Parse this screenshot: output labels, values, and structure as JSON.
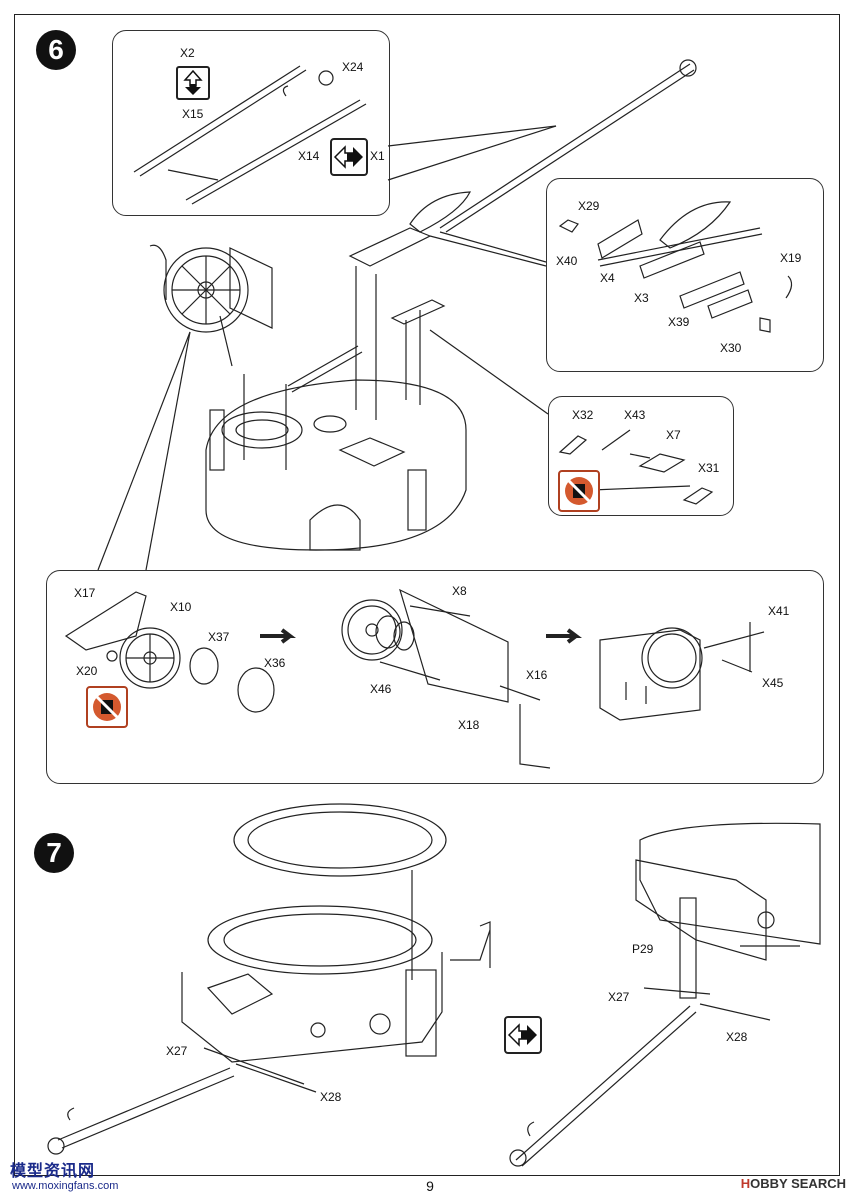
{
  "steps": {
    "six": "6",
    "seven": "7"
  },
  "box_top": {
    "x2": "X2",
    "x24": "X24",
    "x15": "X15",
    "x14": "X14",
    "x1": "X1"
  },
  "box_right": {
    "x29": "X29",
    "x19": "X19",
    "x40": "X40",
    "x4": "X4",
    "x3": "X3",
    "x39": "X39",
    "x30": "X30"
  },
  "box_mid": {
    "x32": "X32",
    "x43": "X43",
    "x7": "X7",
    "x31": "X31"
  },
  "box_bottom": {
    "x17": "X17",
    "x10": "X10",
    "x37": "X37",
    "x20": "X20",
    "x36": "X36",
    "x8": "X8",
    "x16": "X16",
    "x46": "X46",
    "x18": "X18",
    "x41": "X41",
    "x45": "X45"
  },
  "step7": {
    "x27_left": "X27",
    "x28_left": "X28",
    "p29": "P29",
    "x27_right": "X27",
    "x28_right": "X28"
  },
  "footer": {
    "page": "9",
    "watermark_left": "模型资讯网",
    "watermark_url": "www.moxingfans.com",
    "watermark_right_brand": "H",
    "watermark_right_text": "OBBY SEARCH"
  },
  "icons": [
    "flip-icon",
    "left-right-arrow-icon",
    "no-glue-icon",
    "next-step-arrow-icon"
  ]
}
